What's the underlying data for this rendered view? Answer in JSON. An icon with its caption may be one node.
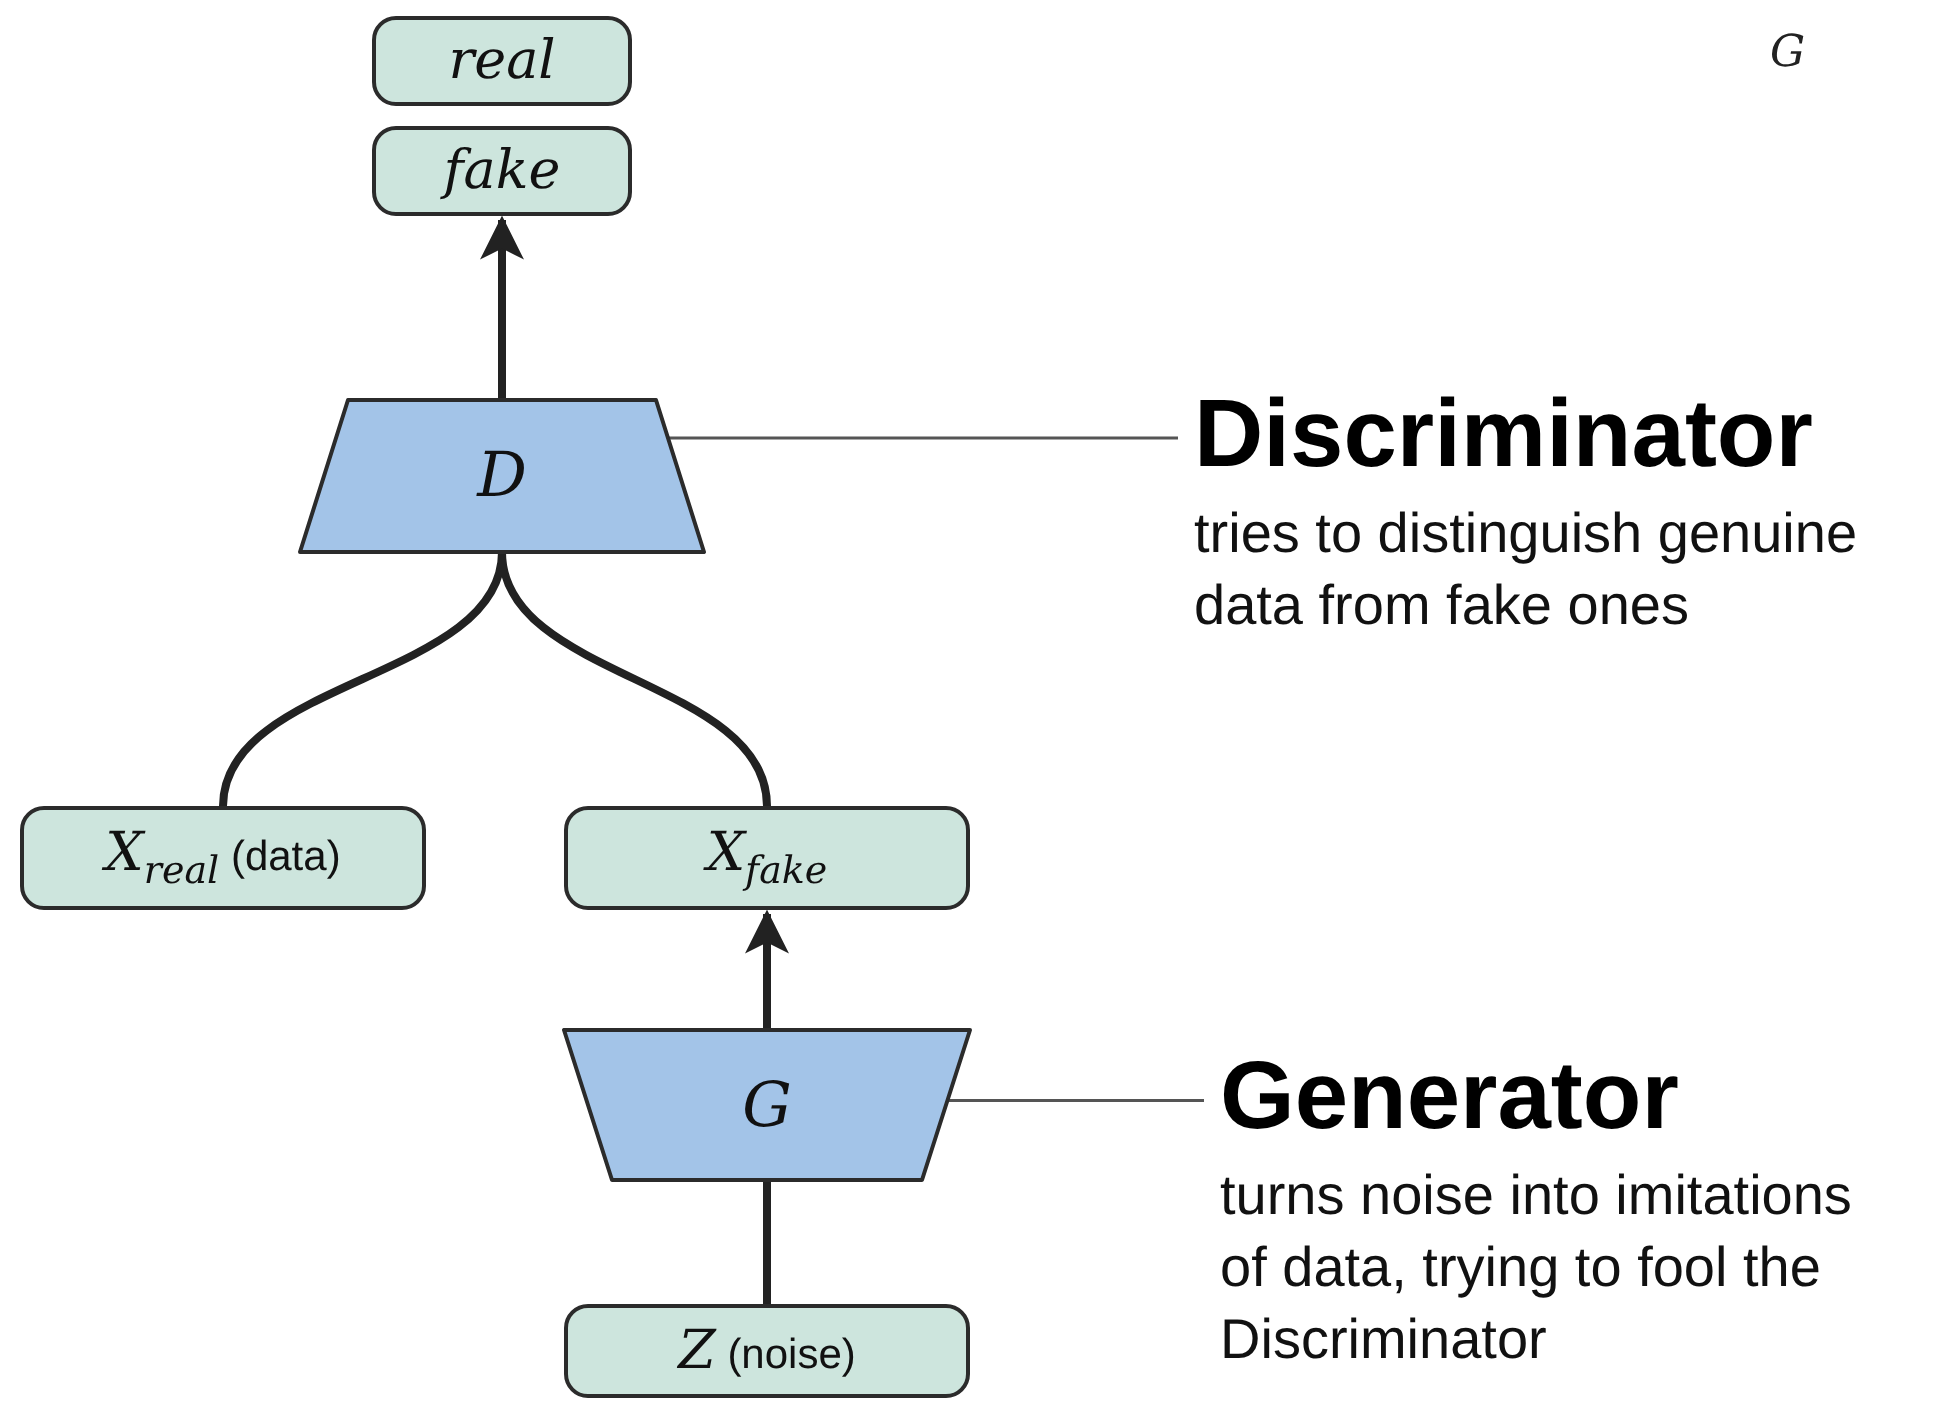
{
  "diagram": {
    "nodes": [
      {
        "text": [
          "real"
        ]
      },
      {
        "text": [
          "fake"
        ]
      },
      {
        "text": [
          "D"
        ]
      },
      {
        "text": [
          "*X*$_{real}$ (data)"
        ]
      },
      {
        "text": [
          "*X*$_{fake}$"
        ]
      },
      {
        "text": [
          "G"
        ]
      },
      {
        "text": [
          "*Z* (noise)"
        ]
      },
      {
        "text": [
          "Discriminator",
          "tries to distinguish genuine data from fake ones"
        ]
      },
      {
        "text": [
          "Generator",
          "turns noise into imitations of data, trying to fool the Discriminator"
        ]
      }
    ],
    "edges": [
      {
        "from": 2,
        "to": 1,
        "arrow": "to"
      },
      {
        "from": 3,
        "to": 2,
        "arrow": "none"
      },
      {
        "from": 4,
        "to": 2,
        "arrow": "none"
      },
      {
        "from": 5,
        "to": 4,
        "arrow": "to"
      },
      {
        "from": 6,
        "to": 5,
        "arrow": "none"
      },
      {
        "from": 7,
        "to": 2,
        "arrow": "none",
        "color": "#555555"
      },
      {
        "from": 8,
        "to": 5,
        "arrow": "none",
        "color": "#555555"
      }
    ],
    "labels": [
      "G"
    ]
  }
}
